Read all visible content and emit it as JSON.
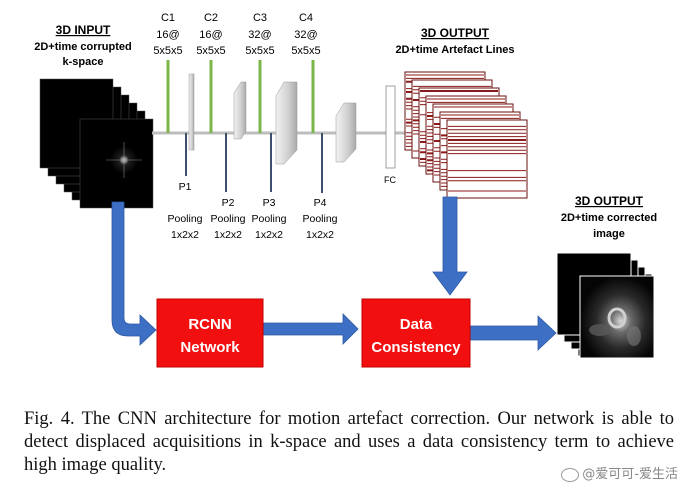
{
  "input": {
    "title": "3D INPUT",
    "line1": "2D+time corrupted",
    "line2": "k-space"
  },
  "conv_layers": [
    {
      "name": "C1",
      "filters": "16@",
      "kernel": "5x5x5"
    },
    {
      "name": "C2",
      "filters": "16@",
      "kernel": "5x5x5"
    },
    {
      "name": "C3",
      "filters": "32@",
      "kernel": "5x5x5"
    },
    {
      "name": "C4",
      "filters": "32@",
      "kernel": "5x5x5"
    }
  ],
  "pool_layers": [
    {
      "name": "P1",
      "label": "Pooling",
      "size": "1x2x2"
    },
    {
      "name": "P2",
      "label": "Pooling",
      "size": "1x2x2"
    },
    {
      "name": "P3",
      "label": "Pooling",
      "size": "1x2x2"
    },
    {
      "name": "P4",
      "label": "Pooling",
      "size": "1x2x2"
    }
  ],
  "fc_label": "FC",
  "output_lines": {
    "title": "3D OUTPUT",
    "line1": "2D+time Artefact Lines"
  },
  "output_image": {
    "title": "3D OUTPUT",
    "line1": "2D+time corrected",
    "line2": "image"
  },
  "rcnn": {
    "line1": "RCNN",
    "line2": "Network"
  },
  "data_consistency": {
    "line1": "Data",
    "line2": "Consistency"
  },
  "caption": "Fig. 4.   The CNN architecture for motion artefact correction. Our network is able to detect displaced acquisitions in k-space and uses a data consistency term to achieve high image quality.",
  "watermark": "@爱可可-爱生活",
  "colors": {
    "arrow_blue": "#3d6fc4",
    "box_red": "#f20f0f",
    "conv_green": "#7ab648",
    "pool_blue": "#3d4e6e",
    "artefact_line": "#8b1a1a"
  }
}
